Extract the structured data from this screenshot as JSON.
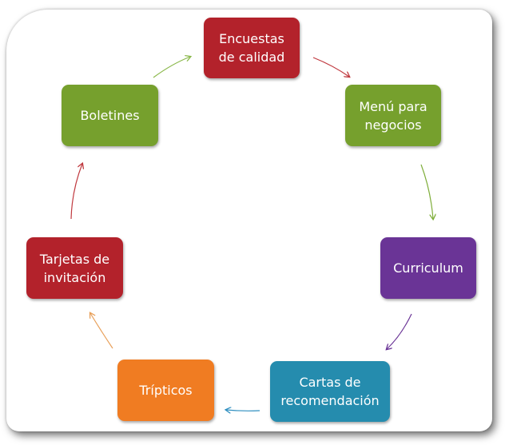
{
  "diagram": {
    "nodes": [
      {
        "id": "encuestas",
        "label": "Encuestas\nde calidad",
        "color": "#b3222b"
      },
      {
        "id": "menu",
        "label": "Menú para\nnegocios",
        "color": "#76a02d"
      },
      {
        "id": "curriculum",
        "label": "Curriculum",
        "color": "#6a3496"
      },
      {
        "id": "cartas",
        "label": "Cartas de\nrecomendación",
        "color": "#258cae"
      },
      {
        "id": "tripticos",
        "label": "Trípticos",
        "color": "#f07c22"
      },
      {
        "id": "tarjetas",
        "label": "Tarjetas de\ninvitación",
        "color": "#b3222b"
      },
      {
        "id": "boletines",
        "label": "Boletines",
        "color": "#76a02d"
      }
    ],
    "arrow_colors": {
      "encuestas_to_menu": "#c0393f",
      "menu_to_curriculum": "#7fae3a",
      "curriculum_to_cartas": "#6a3496",
      "cartas_to_tripticos": "#2f8fc0",
      "tripticos_to_tarjetas": "#e8a05a",
      "tarjetas_to_boletines": "#c0393f",
      "boletines_to_encuestas": "#8ab84a"
    }
  }
}
